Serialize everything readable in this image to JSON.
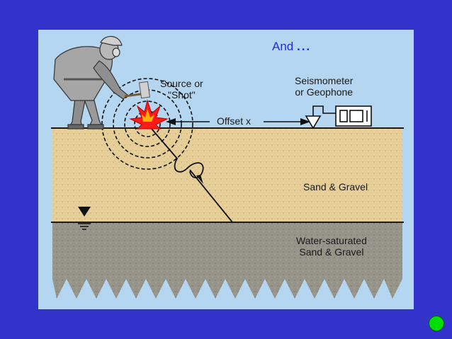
{
  "heading": {
    "text": "And",
    "dots": "..."
  },
  "labels": {
    "source": "Source or\n\"Shot\"",
    "offset": "Offset x",
    "receiver": "Seismometer\nor Geophone",
    "dry_layer": "Sand & Gravel",
    "saturated_layer": "Water-saturated\nSand & Gravel"
  },
  "colors": {
    "background": "#3333cc",
    "panel": "#b4d6f0",
    "heading": "#1f2fd6",
    "sand": "#e6cf98",
    "saturated": "#97958a",
    "explosion": "#ff1a1a",
    "nav_dot": "#00e000"
  },
  "icons": [
    "person-with-sledgehammer-icon",
    "explosion-icon",
    "geophone-icon",
    "water-table-icon",
    "next-slide-dot-icon"
  ]
}
